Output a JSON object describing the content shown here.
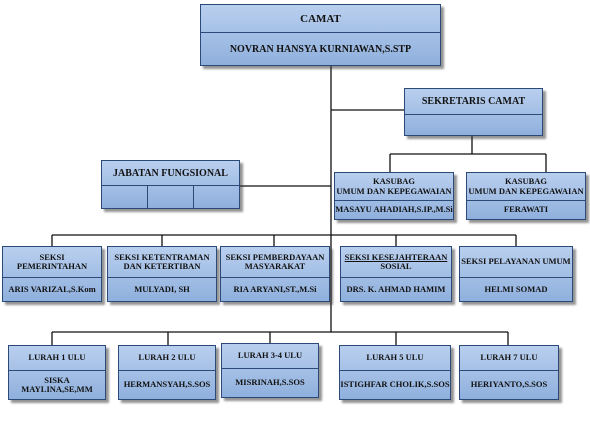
{
  "camat": {
    "title": "CAMAT",
    "name": "NOVRAN  HANSYA  KURNIAWAN,S.STP"
  },
  "sekretaris": {
    "title": "SEKRETARIS CAMAT",
    "name": ""
  },
  "jabatan": {
    "title": "JABATAN FUNGSIONAL"
  },
  "kasubag": [
    {
      "title_l1": "KASUBAG",
      "title_l2": "UMUM DAN KEPEGAWAIAN",
      "name": "MASAYU AHADIAH,S.IP.,M.Si"
    },
    {
      "title_l1": "KASUBAG",
      "title_l2": "UMUM DAN KEPEGAWAIAN",
      "name": "FERAWATI"
    }
  ],
  "seksi": [
    {
      "title_l1": "SEKSI",
      "title_l2": "PEMERINTAHAN",
      "name": "ARIS VARIZAL,S.Kom"
    },
    {
      "title_l1": "SEKSI KETENTRAMAN",
      "title_l2": "DAN KETERTIBAN",
      "name": "MULYADI, SH"
    },
    {
      "title_l1": "SEKSI PEMBERDAYAAN",
      "title_l2": "MASYARAKAT",
      "name": "RIA ARYANI,ST.,M.Si"
    },
    {
      "title_l1": "SEKSI  KESEJAHTERAAN",
      "title_l2": "SOSIAL",
      "name": "DRS. K. AHMAD HAMIM"
    },
    {
      "title_l1": "SEKSI PELAYANAN UMUM",
      "title_l2": "",
      "name": "HELMI SOMAD"
    }
  ],
  "lurah": [
    {
      "title": "LURAH 1 ULU",
      "name": "SISKA MAYLINA,SE,MM"
    },
    {
      "title": "LURAH 2 ULU",
      "name": "HERMANSYAH,S.SOS"
    },
    {
      "title": "LURAH 3-4 ULU",
      "name": "MISRINAH,S.SOS"
    },
    {
      "title": "LURAH 5 ULU",
      "name": "ISTIGHFAR CHOLIK,S.SOS"
    },
    {
      "title": "LURAH  7 ULU",
      "name": "HERIYANTO,S.SOS"
    }
  ]
}
